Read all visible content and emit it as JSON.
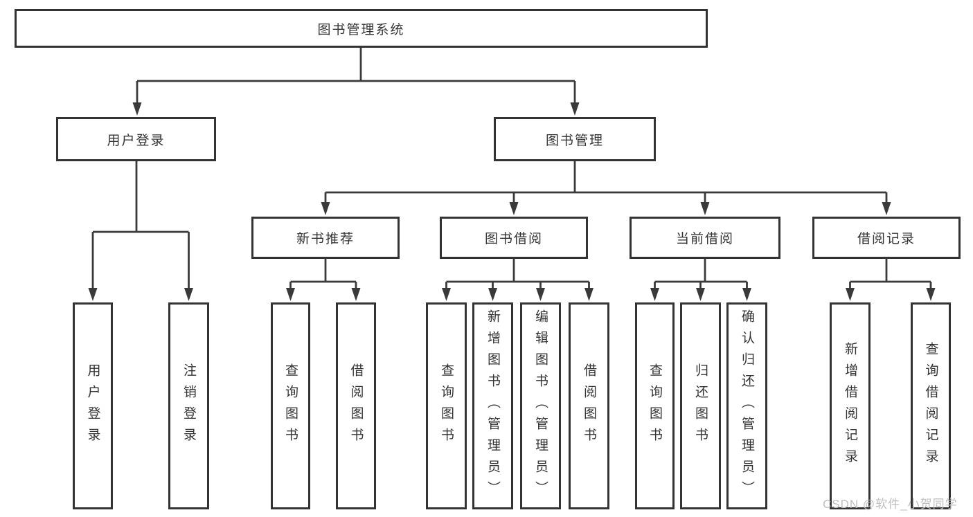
{
  "diagram": {
    "root": "图书管理系统",
    "level2": [
      "用户登录",
      "图书管理"
    ],
    "level3": [
      "新书推荐",
      "图书借阅",
      "当前借阅",
      "借阅记录"
    ],
    "leaves": {
      "user_login_children": [
        "用户登录",
        "注销登录"
      ],
      "new_book_children": [
        "查询图书",
        "借阅图书"
      ],
      "book_borrow_children": [
        "查询图书",
        "新增图书（管理员）",
        "编辑图书（管理员）",
        "借阅图书"
      ],
      "current_borrow_children": [
        "查询图书",
        "归还图书",
        "确认归还（管理员）"
      ],
      "borrow_record_children": [
        "新增借阅记录",
        "查询借阅记录"
      ]
    }
  },
  "watermark": "CSDN @软件_小贺同学",
  "colors": {
    "line": "#3a3a3a",
    "box_border": "#333333",
    "text": "#333333",
    "watermark": "#bfbfbf",
    "background": "#ffffff"
  }
}
